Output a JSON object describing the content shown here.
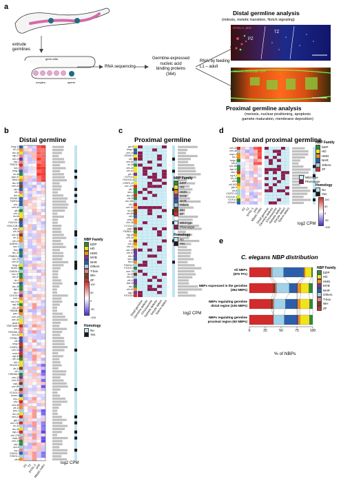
{
  "panel_a": {
    "letter": "a",
    "step_extrude": "extrude\ngermlines",
    "label_germ_cells": "germ cells",
    "label_oocytes": "oocytes",
    "label_sperm": "sperm",
    "step_rnaseq": "RNA sequencing",
    "step_nbp": "Germline-expressed\nnucleic acid\nbinding proteins\n(364)",
    "step_rnai": "RNAi by feeding\nL1 – adult",
    "distal_title": "Distal germline analysis",
    "distal_sub": "(mitosis, meiotic transition, Notch signaling)",
    "distal_img_label": "SYGL-1  pH3",
    "distal_pz": "PZ",
    "distal_tz": "TZ",
    "proximal_img_label": "Plasma membrane GFP",
    "proximal_title": "Proximal germline analysis",
    "proximal_sub": "(meiosis, nuclear positioning, apoptosis\ngamete maturation, membrane deposition)"
  },
  "panel_b": {
    "letter": "b",
    "title": "Distal germline",
    "genes": [
      "hmg-11",
      "rfc-12",
      "tbx-40",
      "egl-27",
      "hlh-13",
      "hbl-2",
      "F55C8.3",
      "hsf-1",
      "hmg-3",
      "lin-49",
      "pqn-47",
      "dmd-3",
      "tbx-33",
      "ceh-41",
      "skr-2",
      "klf-1",
      "fkh-4",
      "ZK546.1",
      "F40F4.5",
      "nhr-1",
      "ceh-43",
      "atf-5",
      "nhr-4",
      "lin-66",
      "ref-1",
      "F41H10.4",
      "Y53C12B.2",
      "pha-4",
      "ztf-16",
      "unc-62",
      "rfc-11",
      "nhr-23",
      "K08H6.7",
      "unc-3",
      "fkh-2",
      "tbx-32",
      "F59B10.2",
      "nhr-79",
      "ceh-87",
      "hmg-4",
      "M163.2",
      "C08G6.4",
      "unc-37",
      "nhr-47",
      "ttx-1",
      "lin-56",
      "tbx-38",
      "dpl-1",
      "tbx-7",
      "C01G5.9",
      "ceh-1",
      "nhr-234",
      "egl-38",
      "nhr-35",
      "Y6B3B.4",
      "pax-3",
      "ceh-19",
      "unc-42",
      "dmd-5",
      "Y55F3AM.2",
      "lim-6",
      "Y53G8A.1",
      "ceh-93",
      "F57B1.7",
      "ztf-2",
      "hmg-5",
      "C44E4.1",
      "ceh-32",
      "sma-9",
      "egl-43",
      "nhr-34",
      "hlh-1",
      "R11H6.5",
      "lin-11",
      "cfi-1",
      "Y38H8A.5",
      "ceh-12",
      "ceh-36",
      "vab-3",
      "unc-86",
      "ref-2",
      "F21G4.3",
      "hmbx-1",
      "mls-1",
      "nhr-2",
      "ceh-48",
      "ztf-11",
      "pos-1",
      "nhr-25",
      "ceh-21",
      "gei-3",
      "unc-130",
      "lin-32",
      "tbx-36",
      "egl-13",
      "nhr-178",
      "mab-3",
      "ceh-10",
      "dsl-2",
      "ceh-9",
      "tra-1",
      "C30G4.7",
      "F28C6.1",
      "ztf-9"
    ],
    "col_labels": [
      "PZ",
      "TZ",
      "SYGL-1",
      "pH3",
      "Mitotic index"
    ],
    "legend_family_title": "NBP Family",
    "families": [
      "bZIP",
      "HD",
      "HMG",
      "MYB",
      "NHR",
      "Others",
      "T-box",
      "WH",
      "ZF"
    ],
    "family_colors": [
      "#2e8b3a",
      "#f1e21b",
      "#f28e1c",
      "#6d3b9b",
      "#2c5faa",
      "#9fd1e8",
      "#e6818b",
      "#7a3f1d",
      "#d32b2b"
    ],
    "scale_ticks": [
      "100",
      "50",
      "0",
      "-50",
      "-100"
    ],
    "homology_title": "Homology",
    "homology_no": "No",
    "homology_yes": "Yes",
    "xaxis_label": "log2 CPM",
    "xaxis_ticks": [
      "0",
      "5",
      "10",
      "15"
    ]
  },
  "panel_c": {
    "letter": "c",
    "title": "Proximal germline",
    "genes": [
      "gei-8",
      "hmg-1",
      "ceh-16",
      "ZK546.5",
      "ztf-7",
      "ceh-60",
      "lin-39",
      "ceh-40",
      "nhr-41",
      "pfc-1",
      "Y37F4.6",
      "F41H10.4",
      "C55F5.12",
      "unc-120",
      "atf-7",
      "skn-1",
      "tbx-18",
      "ztf-10",
      "nhr-256",
      "klf-2",
      "unc-62",
      "lin-29",
      "nhr-85",
      "ztf-1",
      "pha-4",
      "ceh-38",
      "Y17G4.4",
      "pop-1",
      "F52B11.1",
      "egl-46",
      "ceh-34",
      "lsl-1",
      "nhr-5",
      "hlh-11",
      "unc-39",
      "nhr-67",
      "hlh-3",
      "sex-1",
      "fkh-9",
      "F44G4.2",
      "F13C5.2",
      "ceh-79",
      "lin-35",
      "hlh-16",
      "ztf-12",
      "daf-16",
      "elt-1",
      "nhr-62",
      "lag-1",
      "F47G4.9"
    ],
    "col_labels": [
      "Small germline",
      "Germline defects",
      "Chromosome",
      "Gamete defects",
      "Oocyte defect",
      "Sperm defect"
    ],
    "legend_family_title": "NBP Family",
    "families": [
      "bZIP",
      "HD",
      "HMG",
      "MYB",
      "NHR",
      "Others",
      "WH",
      "ZF"
    ],
    "family_colors": [
      "#2e8b3a",
      "#f1e21b",
      "#f28e1c",
      "#6d3b9b",
      "#2c5faa",
      "#9fd1e8",
      "#7a3f1d",
      "#d32b2b"
    ],
    "phenotype_title": "",
    "wildtype": "Wild-type",
    "phenotype": "Phenotype",
    "homology_title": "Homology",
    "homology_no": "No",
    "homology_yes": "Yes",
    "xaxis_label": "log2 CPM",
    "xaxis_ticks": [
      "0",
      "5",
      "10",
      "15"
    ]
  },
  "panel_d": {
    "letter": "d",
    "title": "Distal and proximal germline",
    "genes": [
      "ceh-39",
      "ceh-48",
      "snpc-4",
      "lin-1",
      "hmg-3",
      "hlh-8",
      "unc-86",
      "daf-12",
      "xbx-1",
      "myrf-2",
      "lin-14",
      "atf-6",
      "zhl-503",
      "gtb-6",
      "elt-6",
      "C02F5.13",
      "F41H10.4",
      "Y37F4.6",
      "ZK546.5"
    ],
    "col_labels_left": [
      "PZ",
      "TZ",
      "SYGL-1",
      "pH3",
      "Mitotic index"
    ],
    "col_labels_right": [
      "Small germline",
      "Germline defects",
      "Chromosome",
      "Gamete defect",
      "Oocyte defect",
      "Sperm defect"
    ],
    "legend_family_title": "NBP Family",
    "families": [
      "bZIP",
      "HD",
      "HMG",
      "NHR",
      "Others",
      "ZF"
    ],
    "family_colors": [
      "#2e8b3a",
      "#f1e21b",
      "#f28e1c",
      "#2c5faa",
      "#9fd1e8",
      "#d32b2b"
    ],
    "wildtype": "Wild-type",
    "phenotype": "Phenotype",
    "homology_title": "Homology",
    "homology_no": "No",
    "homology_yes": "Yes",
    "scale_ticks": [
      "100",
      "50",
      "0",
      "-50",
      "-100"
    ],
    "xaxis_label": "log2 CPM",
    "xaxis_ticks": [
      "0",
      "5",
      "10",
      "15"
    ]
  },
  "panel_e": {
    "letter": "e",
    "title": "C. elegans NBP distribution",
    "legend_title": "NBP Family",
    "xaxis_label": "% of NBPs",
    "chart_data": {
      "type": "bar",
      "orientation": "horizontal-stacked",
      "categories": [
        "All NBPs\n(875 TFs)",
        "NBPs expressed in the germline\n(364 NBPs)",
        "NBPs regulating germline\ndistal region (106 NBPs)",
        "NBPs regulating germline\nproximal region (60 NBPs)"
      ],
      "series": [
        {
          "name": "ZF",
          "values": [
            32,
            38,
            34,
            38
          ]
        },
        {
          "name": "WH",
          "values": [
            2,
            3,
            3,
            0
          ]
        },
        {
          "name": "T-box",
          "values": [
            2,
            2,
            2,
            0
          ]
        },
        {
          "name": "Others",
          "values": [
            18,
            20,
            18,
            17
          ]
        },
        {
          "name": "NHR",
          "values": [
            31,
            12,
            18,
            20
          ]
        },
        {
          "name": "MYB",
          "values": [
            1,
            1,
            1,
            2
          ]
        },
        {
          "name": "HMG",
          "values": [
            2,
            5,
            4,
            3
          ]
        },
        {
          "name": "HD",
          "values": [
            10,
            13,
            15,
            15
          ]
        },
        {
          "name": "bZIP",
          "values": [
            2,
            6,
            5,
            5
          ]
        }
      ],
      "colors": [
        "#d32b2b",
        "#7a3f1d",
        "#e6818b",
        "#9fd1e8",
        "#2c5faa",
        "#6d3b9b",
        "#f28e1c",
        "#f1e21b",
        "#2e8b3a"
      ],
      "xlim": [
        0,
        100
      ],
      "xticks": [
        "0",
        "25",
        "50",
        "75",
        "100"
      ],
      "legend": [
        "bZIP",
        "HD",
        "HMG",
        "MYB",
        "NHR",
        "Others",
        "T-box",
        "WH",
        "ZF"
      ],
      "legend_placement": "right"
    }
  }
}
